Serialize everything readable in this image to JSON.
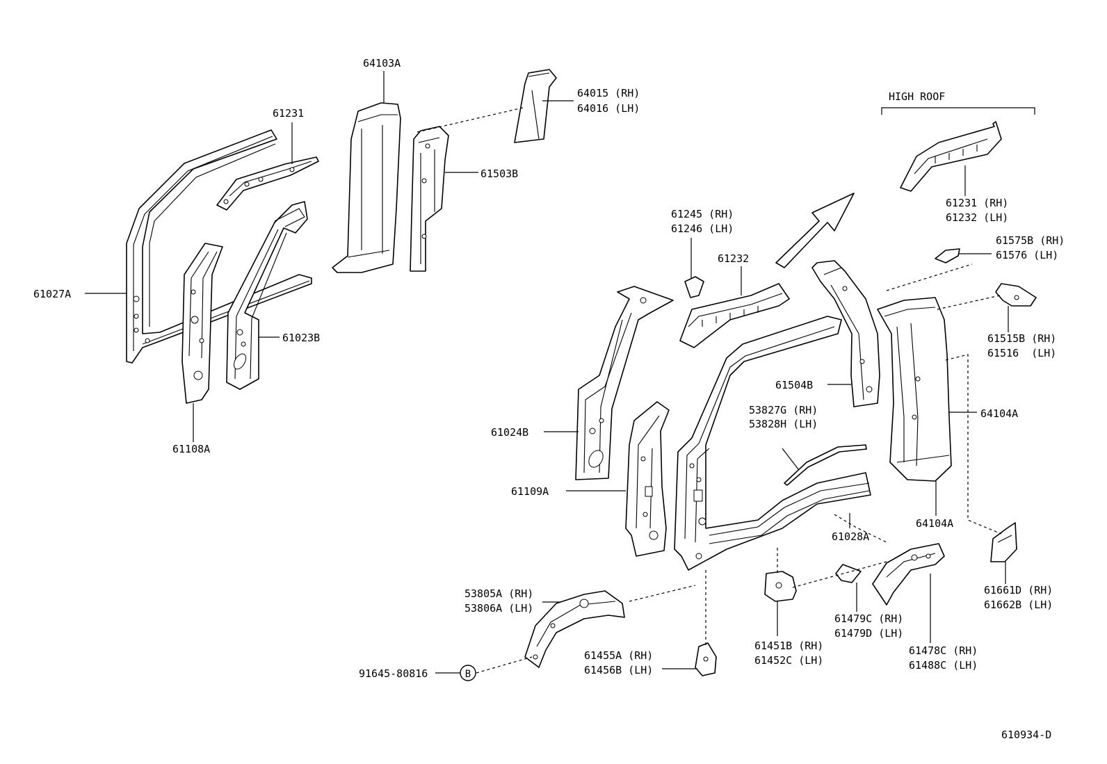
{
  "section_heading": "HIGH ROOF",
  "diagram_code": "610934-D",
  "callout_marker": "B",
  "callouts": {
    "c64103A": "64103A",
    "c64015": "64015 (RH)",
    "c64016": "64016 (LH)",
    "c61231_top": "61231",
    "c61503B": "61503B",
    "c61027A": "61027A",
    "c61023B": "61023B",
    "c61108A": "61108A",
    "c61245": "61245 (RH)",
    "c61246": "61246 (LH)",
    "c61232": "61232",
    "c61231_rh": "61231 (RH)",
    "c61232_lh": "61232 (LH)",
    "c61575B": "61575B (RH)",
    "c61576": "61576 (LH)",
    "c61515B": "61515B (RH)",
    "c61516": "61516  (LH)",
    "c61504B": "61504B",
    "c53827G": "53827G (RH)",
    "c53828H": "53828H (LH)",
    "c64104A_mid": "64104A",
    "c61024B": "61024B",
    "c61109A": "61109A",
    "c64104A_low": "64104A",
    "c61028A": "61028A",
    "c53805A": "53805A (RH)",
    "c53806A": "53806A (LH)",
    "c61661D": "61661D (RH)",
    "c61662B": "61662B (LH)",
    "c61479C": "61479C (RH)",
    "c61479D": "61479D (LH)",
    "c61478C": "61478C (RH)",
    "c61488C": "61488C (LH)",
    "c61451B": "61451B (RH)",
    "c61452C": "61452C (LH)",
    "c61455A": "61455A (RH)",
    "c61456B": "61456B (LH)",
    "c91645": "91645-80816"
  }
}
